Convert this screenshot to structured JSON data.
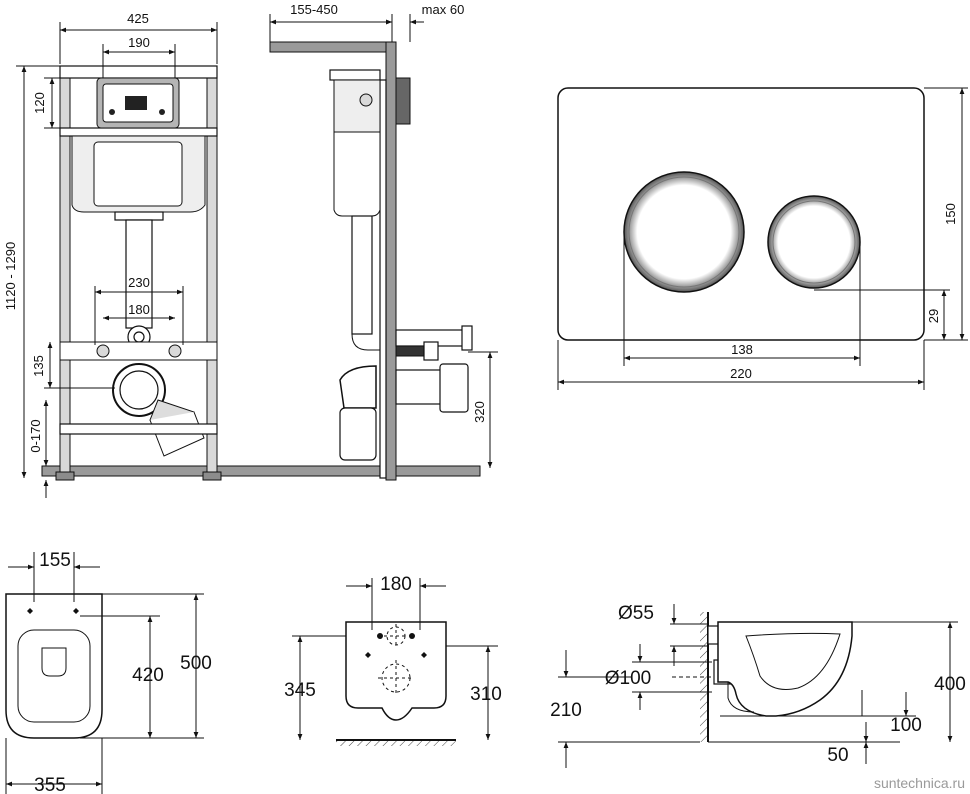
{
  "frame_front": {
    "width": "425",
    "top_width": "190",
    "top_height": "120",
    "total_height": "1120 - 1290",
    "bolts_outer": "230",
    "bolts_inner": "180",
    "outlet_height": "135",
    "adjust": "0-170"
  },
  "frame_side": {
    "depth": "155-450",
    "wall": "max 60",
    "outlet_height": "320"
  },
  "plate": {
    "height": "150",
    "button_offset": "29",
    "button_span": "138",
    "width": "220"
  },
  "bowl_top": {
    "holes": "155",
    "inner_length": "420",
    "length": "500",
    "width": "355"
  },
  "bowl_rear": {
    "holes": "180",
    "left_height": "345",
    "right_height": "310"
  },
  "bowl_side": {
    "inlet": "Ø55",
    "outlet": "Ø100",
    "outlet_height": "210",
    "height": "400",
    "depth": "100",
    "gap": "50"
  },
  "watermark": "suntechnica.ru"
}
